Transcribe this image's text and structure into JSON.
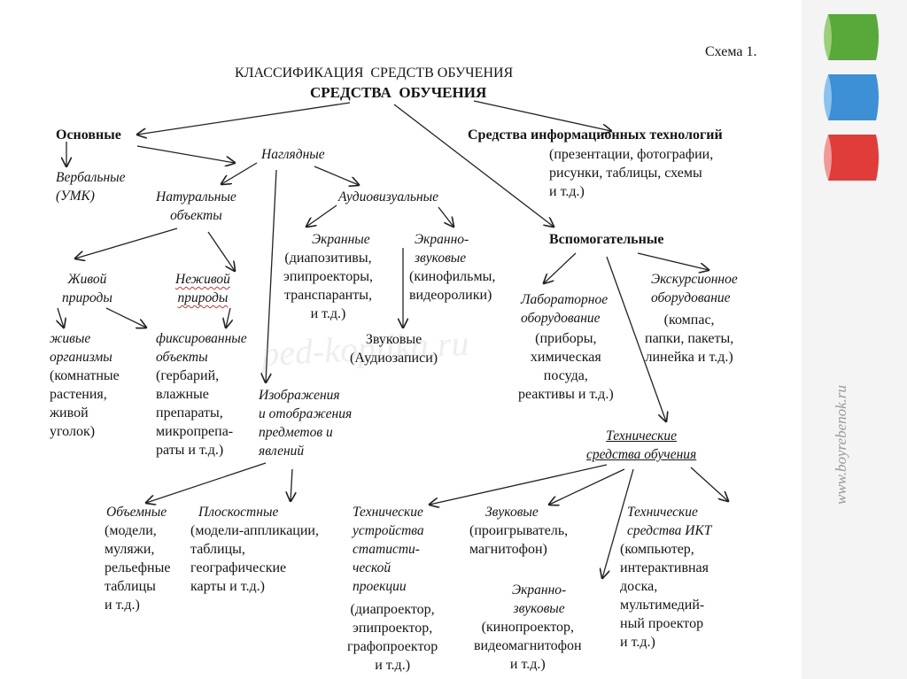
{
  "colors": {
    "ribbon_green": "#58a83a",
    "ribbon_blue": "#3d8fd6",
    "ribbon_red": "#e03c3a",
    "accent_wavy": "#c0392b"
  },
  "diagram": {
    "scheme_label": "Схема 1.",
    "title": "КЛАССИФИКАЦИЯ  СРЕДСТВ ОБУЧЕНИЯ",
    "root": "СРЕДСТВА  ОБУЧЕНИЯ",
    "basic": "Основные",
    "verbal": "Вербальные\n(УМК)",
    "visual": "Наглядные",
    "natural_objects": "Натуральные\nобъекты",
    "audiovisual": "Аудиовизуальные",
    "live_nature": "Живой\nприроды",
    "nonlive_nature": "Неживой\nприроды",
    "live_organisms": "живые\nорганизмы",
    "live_organisms_list": "(комнатные\nрастения,\nживой\nуголок)",
    "fixed_objects": "фиксированные\nобъекты",
    "fixed_objects_list": "(гербарий,\nвлажные\nпрепараты,\nмикропрепа-\nраты и т.д.)",
    "screen": "Экранные",
    "screen_list": "(диапозитивы,\nэпипроекторы,\nтранспаранты,\nи т.д.)",
    "screen_sound": "Экранно-\nзвуковые",
    "screen_sound_list": "(кинофильмы,\nвидеоролики)",
    "sound": "Звуковые\n(Аудиозаписи)",
    "images": "Изображения\nи отображения\nпредметов и\nявлений",
    "volume": "Объемные",
    "volume_list": "(модели,\nмуляжи,\nрельефные\nтаблицы\nи т.д.)",
    "flat": "Плоскостные",
    "flat_list": "(модели-аппликации,\nтаблицы,\nгеографические\nкарты и т.д.)",
    "ict": "Средства информационных технологий",
    "ict_list": "(презентации, фотографии,\nрисунки, таблицы, схемы\nи т.д.)",
    "auxiliary": "Вспомогательные",
    "lab": "Лабораторное\nоборудование",
    "lab_list": "(приборы,\nхимическая\nпосуда,\nреактивы и т.д.)",
    "excursion": "Экскурсионное\nоборудование",
    "excursion_list": "(компас,\nпапки, пакеты,\nлинейка и т.д.)",
    "tech": "Технические\nсредства обучения",
    "static_projection": "Технические\nустройства\nстатисти-\nческой\nпроекции",
    "static_projection_list": "(диапроектор,\nэпипроектор,\nграфопроектор\nи т.д.)",
    "sound_devices": "Звуковые",
    "sound_devices_list": "(проигрыватель,\nмагнитофон)",
    "screen_sound_devices": "Экранно-\nзвуковые",
    "screen_sound_devices_list": "(кинопроектор,\nвидеомагнитофон\nи т.д.)",
    "ict_devices": "Технические\nсредства ИКТ",
    "ict_devices_list": "(компьютер,\nинтерактивная\nдоска,\nмультимедий-\nный проектор\nи т.д.)"
  },
  "watermark": "ped-kopilka.ru",
  "site_mark": "www.boyrebenok.ru"
}
